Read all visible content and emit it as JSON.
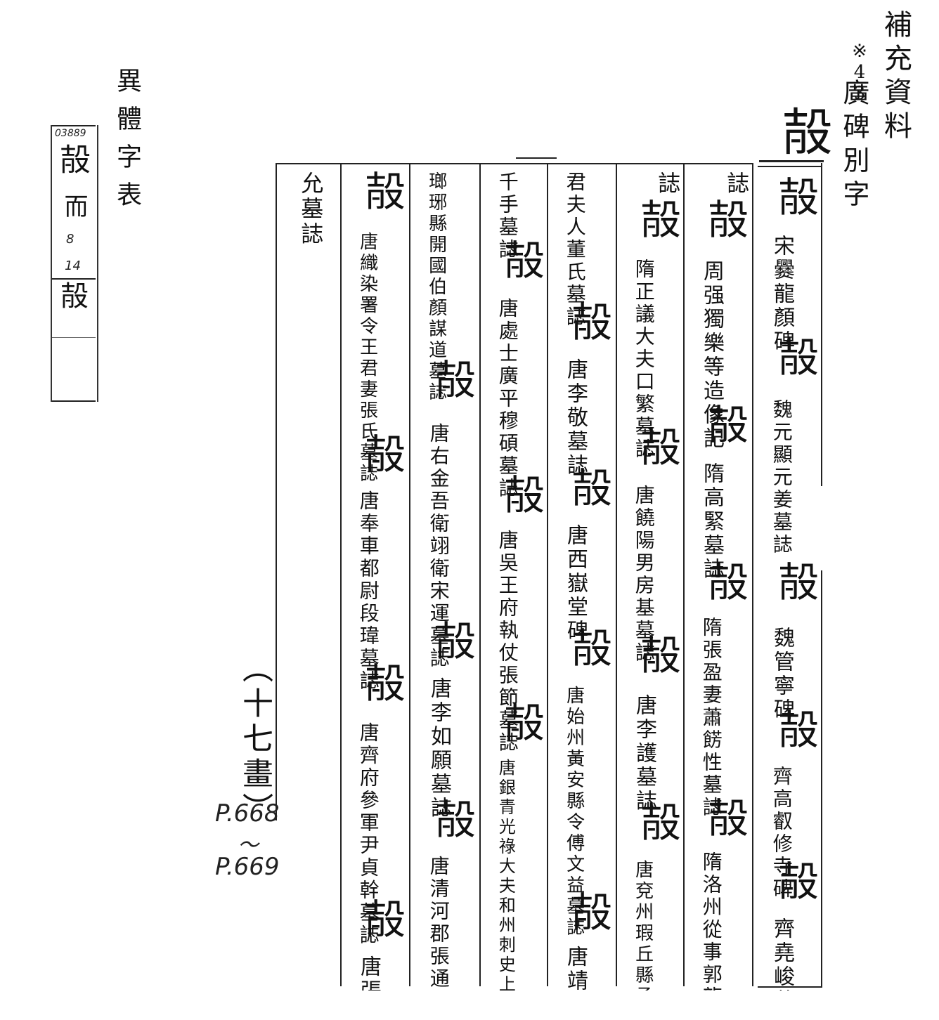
{
  "header": {
    "title": "補充資料",
    "note_mark": "※43",
    "subtitle": "廣碑別字",
    "table_name": "異體字表"
  },
  "head_character": "㱿",
  "margin_notes": {
    "code": "03889",
    "char1": "㱿",
    "ref_char": "而",
    "num1": "8",
    "num2": "14",
    "char2": "㱿",
    "stroke_label": "（十七畫）",
    "page_ref1": "P.668",
    "page_ref_sep": "〜",
    "page_ref2": "P.669"
  },
  "columns": [
    {
      "entries": [
        {
          "glyph": "㱿",
          "source": "宋爨龍顏碑"
        },
        {
          "glyph": "㱿",
          "source": "魏元顯元姜墓誌"
        },
        {
          "glyph": "㱿",
          "source": "魏管寧碑"
        },
        {
          "glyph": "㱿",
          "source": "齊高叡修寺碑"
        },
        {
          "glyph": "㱿",
          "source": "齊堯峻墓"
        }
      ]
    },
    {
      "lead": "誌",
      "entries": [
        {
          "glyph": "㱿",
          "source": "周强獨樂等造像記"
        },
        {
          "glyph": "㱿",
          "source": "隋高緊墓誌"
        },
        {
          "glyph": "㱿",
          "source": "隋張盈妻蕭餝性墓誌"
        },
        {
          "glyph": "㱿",
          "source": "隋洛州從事郭龍墓"
        }
      ]
    },
    {
      "lead": "誌",
      "entries": [
        {
          "glyph": "㱿",
          "source": "隋正議大夫口繁墓誌"
        },
        {
          "glyph": "㱿",
          "source": "唐饒陽男房基墓誌"
        },
        {
          "glyph": "㱿",
          "source": "唐李護墓誌"
        },
        {
          "glyph": "㱿",
          "source": "唐兗州瑕丘縣丞馬"
        }
      ]
    },
    {
      "lead": "君夫人董氏墓誌",
      "entries": [
        {
          "glyph": "㱿",
          "source": "唐李敬墓誌"
        },
        {
          "glyph": "㱿",
          "source": "唐西嶽堂碑"
        },
        {
          "glyph": "㱿",
          "source": "唐始州黃安縣令傅文益墓誌"
        },
        {
          "glyph": "㱿",
          "source": "唐靖"
        }
      ]
    },
    {
      "lead": "千手墓誌",
      "entries": [
        {
          "glyph": "㱿",
          "source": "唐處士廣平穆碩墓誌"
        },
        {
          "glyph": "㱿",
          "source": "唐吳王府執仗張節墓誌"
        },
        {
          "glyph": "㱿",
          "source": "唐銀青光祿大夫和州刺史上柱國"
        }
      ]
    },
    {
      "lead": "瑯琊縣開國伯顏謀道墓誌",
      "entries": [
        {
          "glyph": "㱿",
          "source": "唐右金吾衛翊衛宋運墓誌"
        },
        {
          "glyph": "㱿",
          "source": "唐李如願墓誌"
        },
        {
          "glyph": "㱿",
          "source": "唐清河郡張通墓誌"
        }
      ]
    },
    {
      "entries": [
        {
          "glyph": "㱿",
          "source": "唐織染署令王君妻張氏墓誌"
        },
        {
          "glyph": "㱿",
          "source": "唐奉車都尉段瑋墓誌"
        },
        {
          "glyph": "㱿",
          "source": "唐齊府參軍尹貞幹墓誌"
        },
        {
          "glyph": "㱿",
          "source": "唐張"
        }
      ]
    },
    {
      "lead": "允墓誌",
      "entries": []
    }
  ]
}
